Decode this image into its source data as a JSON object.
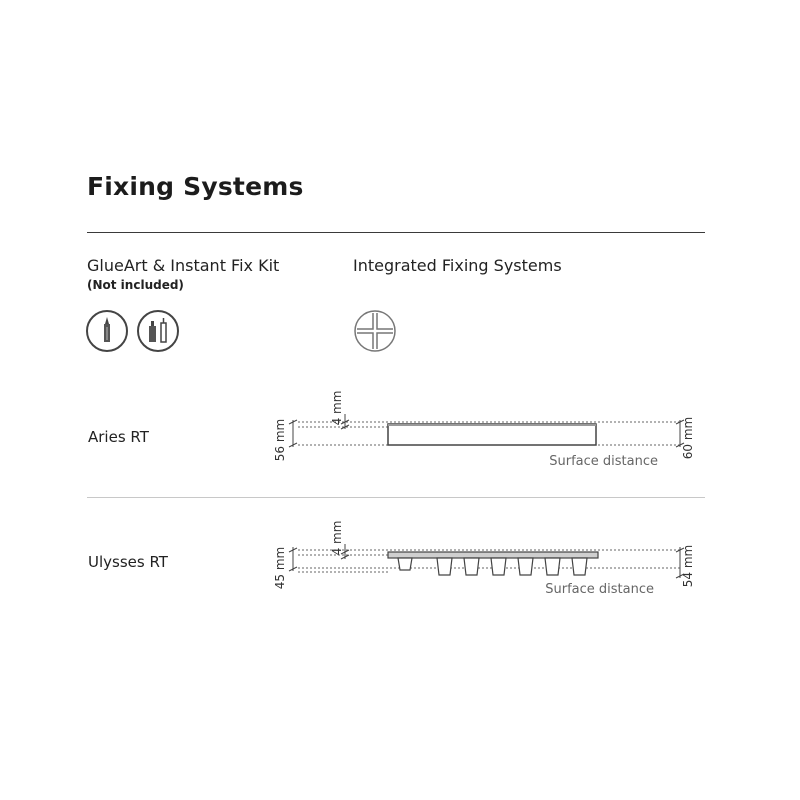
{
  "page": {
    "title": "Fixing Systems"
  },
  "sections": {
    "glue": {
      "title": "GlueArt & Instant Fix Kit",
      "note": "(Not included)",
      "icons": [
        "glue-tube-icon",
        "fix-kit-icon"
      ]
    },
    "integrated": {
      "title": "Integrated Fixing Systems",
      "icon": "integrated-clip-icon"
    }
  },
  "products": [
    {
      "name": "Aries RT",
      "left_depth": "56 mm",
      "gap": "4 mm",
      "right_depth": "60 mm",
      "surface_label": "Surface distance"
    },
    {
      "name": "Ulysses RT",
      "left_depth": "45 mm",
      "gap": "4 mm",
      "right_depth": "54 mm",
      "surface_label": "Surface distance"
    }
  ],
  "colors": {
    "text": "#1a1a1a",
    "rule": "#3a3a3a",
    "divider": "#c8c8c8",
    "diagram": "#555555",
    "panel_fill": "#cfcfcf"
  }
}
